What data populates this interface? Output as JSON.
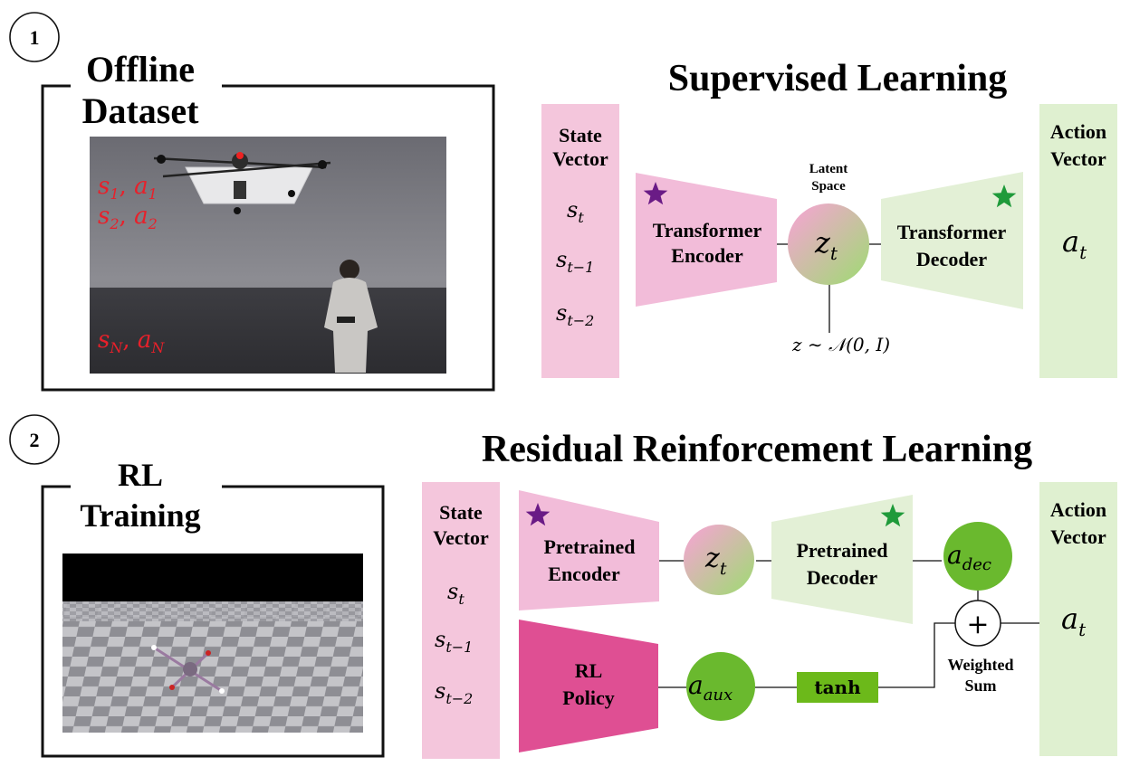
{
  "steps": [
    "1",
    "2"
  ],
  "panel1": {
    "box_title_line1": "Offline",
    "box_title_line2": "Dataset",
    "data_labels": [
      {
        "s": "s",
        "s_sub": "1",
        "a": "a",
        "a_sub": "1"
      },
      {
        "s": "s",
        "s_sub": "2",
        "a": "a",
        "a_sub": "2"
      },
      {
        "s": "s",
        "s_sub": "N",
        "a": "a",
        "a_sub": "N"
      }
    ],
    "title": "Supervised Learning",
    "state_header": [
      "State",
      "Vector"
    ],
    "state_items": [
      {
        "base": "s",
        "sub": "t"
      },
      {
        "base": "s",
        "sub": "t−1"
      },
      {
        "base": "s",
        "sub": "t−2"
      }
    ],
    "encoder_label": [
      "Transformer",
      "Encoder"
    ],
    "latent_label": [
      "Latent",
      "Space"
    ],
    "latent_symbol": {
      "base": "z",
      "sub": "t"
    },
    "decoder_label": [
      "Transformer",
      "Decoder"
    ],
    "prior": "z ∼ 𝒩(0, I)",
    "action_header": [
      "Action",
      "Vector"
    ],
    "action_symbol": {
      "base": "a",
      "sub": "t"
    }
  },
  "panel2": {
    "box_title_line1": "RL",
    "box_title_line2": "Training",
    "title": "Residual Reinforcement Learning",
    "state_header": [
      "State",
      "Vector"
    ],
    "state_items": [
      {
        "base": "s",
        "sub": "t"
      },
      {
        "base": "s",
        "sub": "t−1"
      },
      {
        "base": "s",
        "sub": "t−2"
      }
    ],
    "encoder_label": [
      "Pretrained",
      "Encoder"
    ],
    "latent_symbol": {
      "base": "z",
      "sub": "t"
    },
    "decoder_label": [
      "Pretrained",
      "Decoder"
    ],
    "dec_symbol": {
      "base": "a",
      "sub": "dec"
    },
    "policy_label": [
      "RL",
      "Policy"
    ],
    "aux_symbol": {
      "base": "a",
      "sub": "aux"
    },
    "tanh_label": "tanh",
    "plus_symbol": "+",
    "sum_label": [
      "Weighted",
      "Sum"
    ],
    "action_header": [
      "Action",
      "Vector"
    ],
    "action_symbol": {
      "base": "a",
      "sub": "t"
    }
  },
  "colors": {
    "state_fill": "#f4c6dc",
    "encoder_fill": "#f2bcd9",
    "decoder_fill": "#e3f0d6",
    "action_fill": "#dff0d0",
    "policy_fill": "#df4f93",
    "green_circle": "#6ab92e",
    "tanh_fill": "#6cb91a",
    "star_purple": "#6a1b86",
    "star_green": "#1f9a3a",
    "dataset_text": "#e8202a"
  }
}
